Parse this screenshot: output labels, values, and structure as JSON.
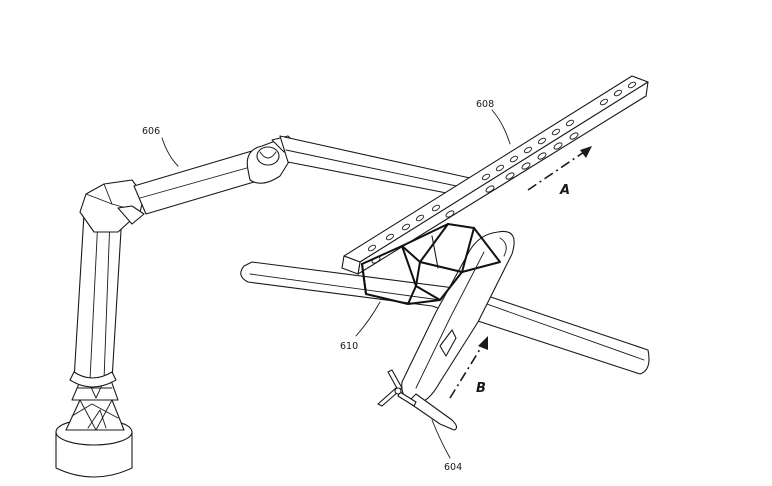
{
  "figure": {
    "reference_labels": {
      "arm": "606",
      "rail": "608",
      "end_effector": "610",
      "aircraft": "604"
    },
    "direction_labels": {
      "rail_motion": "A",
      "aircraft_motion": "B"
    }
  }
}
